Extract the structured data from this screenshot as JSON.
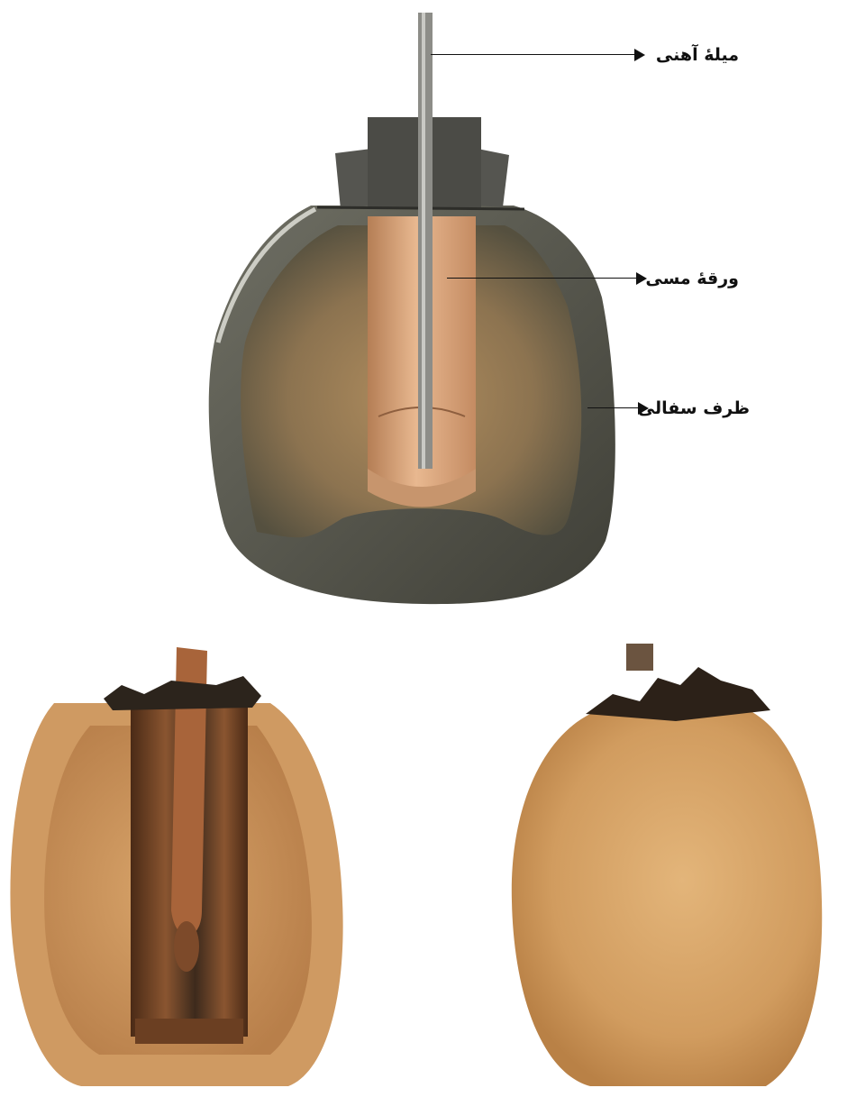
{
  "labels": {
    "iron_rod": "میلهٔ آهنی",
    "copper_sheet": "ورقهٔ مسی",
    "clay_pot": "ظرف سفالی"
  },
  "colors": {
    "clay_shell_dark": "#4f4f45",
    "clay_interior": "#9b7f58",
    "copper": "#d9a47b",
    "iron_rod": "#8a8a85",
    "artifact_clay": "#d9a468",
    "artifact_copper": "#6a3f22"
  }
}
